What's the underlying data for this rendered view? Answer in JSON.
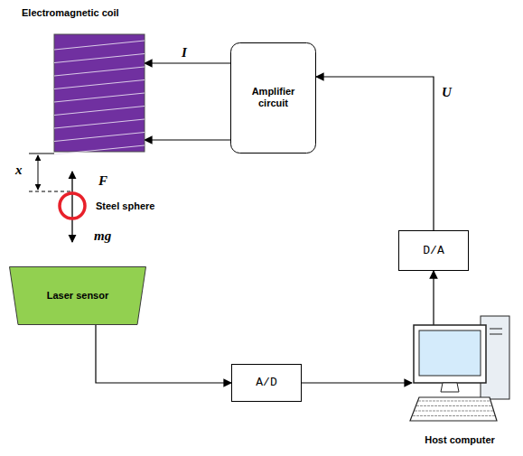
{
  "diagram": {
    "nodes": [
      {
        "text": [
          "Electromagnetic coil"
        ]
      },
      {
        "text": [
          "Amplifier circuit"
        ]
      },
      {
        "text": [
          "Steel sphere"
        ]
      },
      {
        "text": [
          "D/A"
        ]
      },
      {
        "text": [
          "Laser sensor"
        ]
      },
      {
        "text": [
          "A/D"
        ]
      },
      {
        "text": [
          "Host computer"
        ]
      }
    ],
    "edges": [
      {
        "from": 1,
        "to": 0,
        "label": "I",
        "arrow": "to"
      },
      {
        "from": 1,
        "to": 0,
        "arrow": "to"
      },
      {
        "from": 3,
        "to": 1,
        "label": "U",
        "arrow": "to"
      },
      {
        "from": 6,
        "to": 3,
        "arrow": "to"
      },
      {
        "from": 4,
        "to": 5,
        "arrow": "to"
      },
      {
        "from": 5,
        "to": 6,
        "arrow": "to"
      }
    ],
    "labels": [
      "x",
      "F",
      "mg"
    ]
  }
}
